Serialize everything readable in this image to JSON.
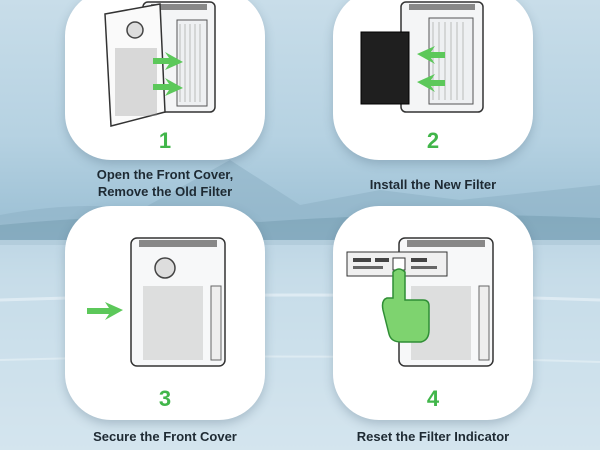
{
  "steps": [
    {
      "number": "1",
      "caption_line1": "Open the Front Cover,",
      "caption_line2": "Remove the Old Filter"
    },
    {
      "number": "2",
      "caption_line1": "Install the New Filter"
    },
    {
      "number": "3",
      "caption_line1": "Secure the Front Cover"
    },
    {
      "number": "4",
      "caption_line1": "Reset the Filter Indicator"
    }
  ],
  "colors": {
    "accent_green": "#41b64a",
    "arrow_green": "#5cc85a",
    "card_bg": "#ffffff",
    "caption_text": "#1e2a33"
  },
  "icons": [
    "air-purifier-icon",
    "filter-icon",
    "arrow-icon",
    "pointing-hand-icon",
    "control-panel-icon"
  ]
}
